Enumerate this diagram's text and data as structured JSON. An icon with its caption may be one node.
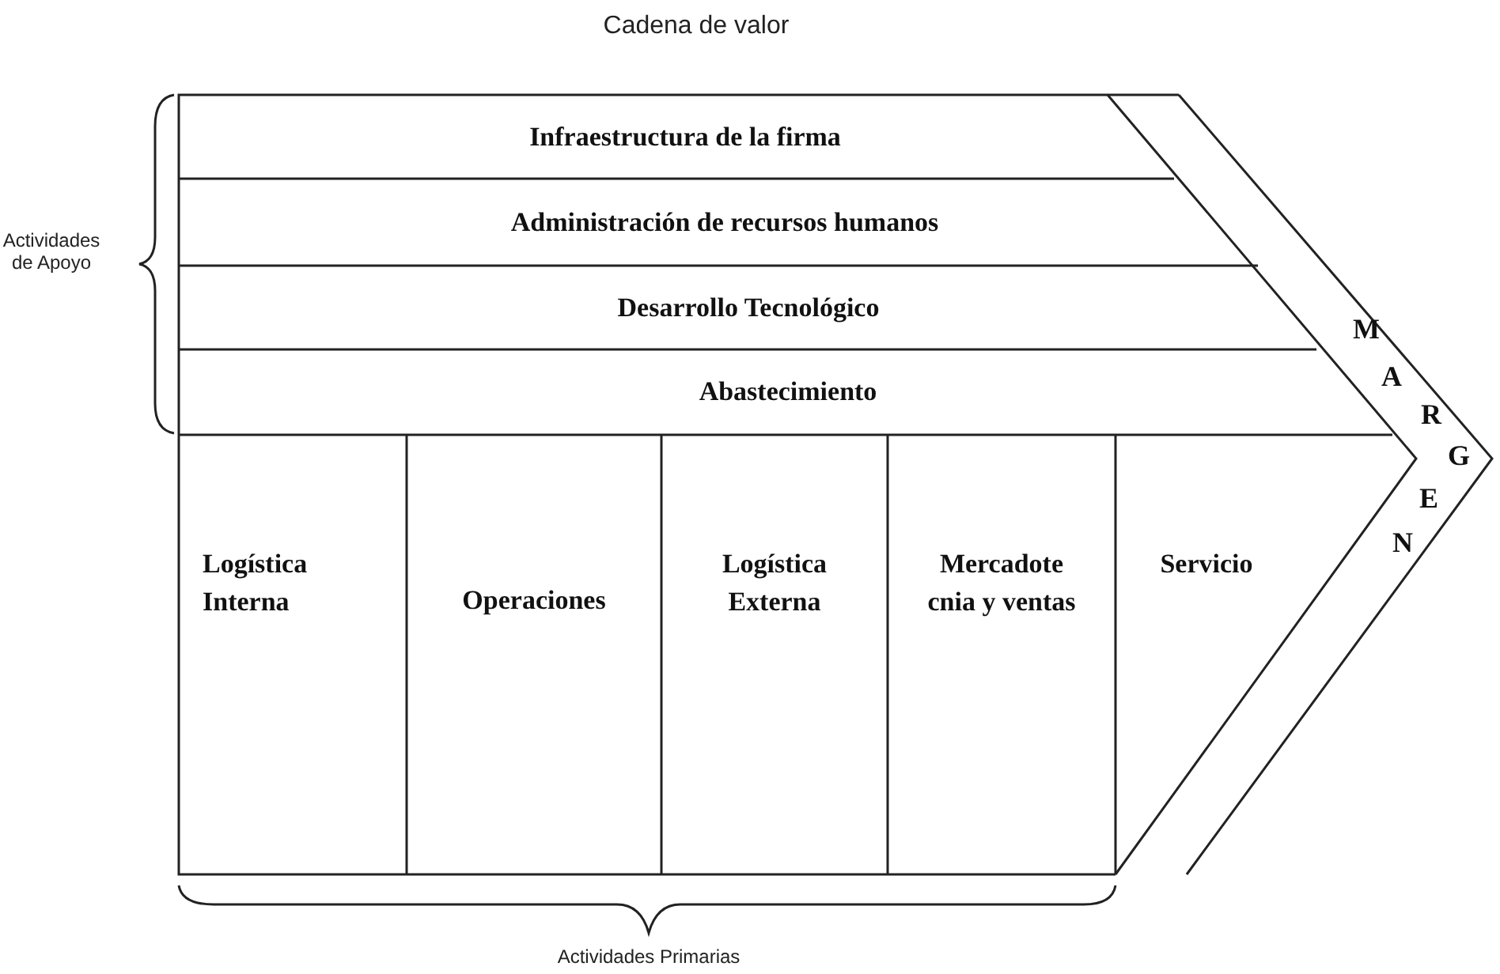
{
  "diagram": {
    "title": "Cadena de valor",
    "nodes": [
      {
        "text": [
          "Infraestructura de la firma"
        ]
      },
      {
        "text": [
          "Administración de recursos humanos"
        ]
      },
      {
        "text": [
          "Desarrollo Tecnológico"
        ]
      },
      {
        "text": [
          "Abastecimiento"
        ]
      },
      {
        "text": [
          "Logística Interna"
        ]
      },
      {
        "text": [
          "Operaciones"
        ]
      },
      {
        "text": [
          "Logística Externa"
        ]
      },
      {
        "text": [
          "Mercadote cnia y ventas"
        ]
      },
      {
        "text": [
          "Servicio"
        ]
      },
      {
        "text": [
          "MARGEN"
        ]
      }
    ],
    "labels": [
      "Actividades de Apoyo",
      "Actividades Primarias"
    ]
  }
}
